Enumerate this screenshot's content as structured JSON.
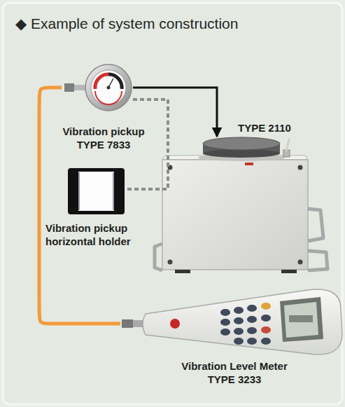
{
  "diagram": {
    "title": "◆ Example of system construction",
    "nodes": [
      {
        "text": [
          "Vibration pickup TYPE 7833"
        ]
      },
      {
        "text": [
          "TYPE 2110"
        ]
      },
      {
        "text": [
          "Vibration pickup horizontal holder"
        ]
      },
      {
        "text": [
          "Vibration Level Meter TYPE 3233"
        ]
      }
    ],
    "edges": [
      {
        "from": 0,
        "to": 1,
        "arrow": "to"
      },
      {
        "from": 0,
        "to": 2,
        "arrow": "none"
      },
      {
        "from": 0,
        "to": 3,
        "arrow": "none"
      }
    ]
  }
}
